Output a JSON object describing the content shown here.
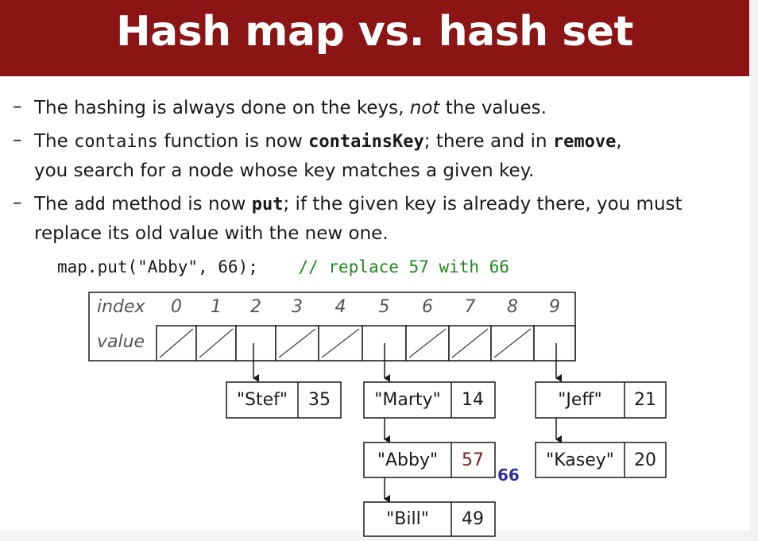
{
  "slide": {
    "title": "Hash map vs. hash set"
  },
  "bullets": {
    "dash": "–",
    "b1": {
      "t1": "The hashing is always done on the keys, ",
      "em": "not",
      "t2": " the values."
    },
    "b2": {
      "t1": "The ",
      "code1": "contains",
      "t2": " function is now ",
      "code2": "containsKey",
      "t3": "; there and in ",
      "code3": "remove",
      "t4": ",",
      "t5": "you search for a node whose key matches a given key."
    },
    "b3": {
      "t1": "The ",
      "code1": "add",
      "t2": " method is now ",
      "code2": "put",
      "t3": "; if the given key is already there, you must",
      "t4": "replace its old value with the new one."
    }
  },
  "code": {
    "statement": "map.put(\"Abby\", 66);",
    "comment": "// replace 57 with 66"
  },
  "table": {
    "index_label": "index",
    "value_label": "value",
    "indices": [
      "0",
      "1",
      "2",
      "3",
      "4",
      "5",
      "6",
      "7",
      "8",
      "9"
    ],
    "empty_slots": [
      0,
      1,
      3,
      4,
      6,
      7,
      8
    ]
  },
  "nodes": {
    "stef": {
      "key": "\"Stef\"",
      "value": "35"
    },
    "marty": {
      "key": "\"Marty\"",
      "value": "14"
    },
    "abby": {
      "key": "\"Abby\"",
      "value": "57",
      "new_value": "66"
    },
    "bill": {
      "key": "\"Bill\"",
      "value": "49"
    },
    "jeff": {
      "key": "\"Jeff\"",
      "value": "21"
    },
    "kasey": {
      "key": "\"Kasey\"",
      "value": "20"
    }
  },
  "colors": {
    "title_bar": "#8b1414",
    "comment": "#1f8a1f",
    "old_value": "#7a2323",
    "new_value": "#2f2f9a"
  }
}
